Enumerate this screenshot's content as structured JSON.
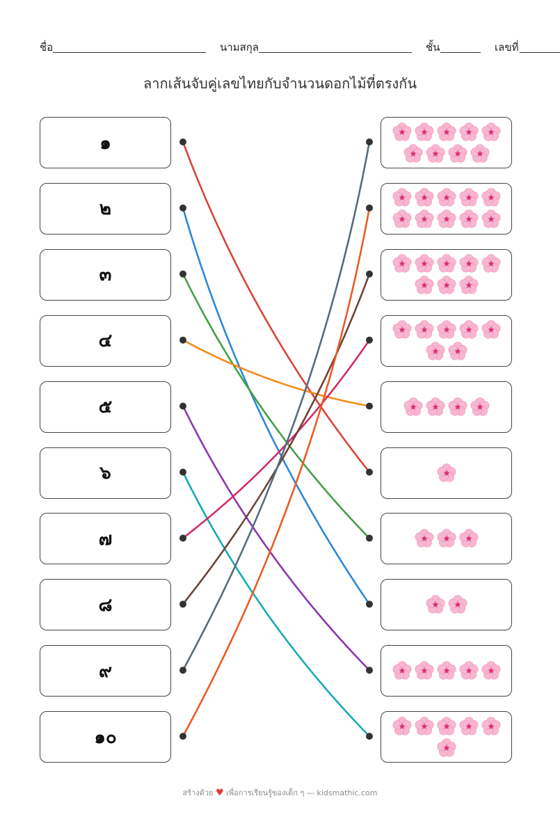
{
  "header": {
    "name_label": "ชื่อ",
    "surname_label": "นามสกุล",
    "class_label": "ชั้น",
    "number_label": "เลขที่"
  },
  "title": "ลากเส้นจับคู่เลขไทยกับจำนวนดอกไม้ที่ตรงกัน",
  "numerals": [
    "๑",
    "๒",
    "๓",
    "๔",
    "๕",
    "๖",
    "๗",
    "๘",
    "๙",
    "๑๐"
  ],
  "flower_counts": [
    9,
    10,
    8,
    7,
    4,
    1,
    3,
    2,
    5,
    6
  ],
  "connections": [
    {
      "from": 1,
      "to": 6,
      "color": "#d9443a"
    },
    {
      "from": 2,
      "to": 8,
      "color": "#2b88d8"
    },
    {
      "from": 3,
      "to": 7,
      "color": "#43a047"
    },
    {
      "from": 4,
      "to": 5,
      "color": "#f08c1a"
    },
    {
      "from": 5,
      "to": 9,
      "color": "#8e35b0"
    },
    {
      "from": 6,
      "to": 10,
      "color": "#17aab5"
    },
    {
      "from": 7,
      "to": 4,
      "color": "#d12b68"
    },
    {
      "from": 8,
      "to": 3,
      "color": "#6b4438"
    },
    {
      "from": 9,
      "to": 1,
      "color": "#546e7a"
    },
    {
      "from": 10,
      "to": 2,
      "color": "#ec5a24"
    }
  ],
  "colors": {
    "flower_petal": "#f7b6d2",
    "flower_center": "#e94b8a",
    "dot": "#333333"
  },
  "footer": {
    "prefix": "สร้างด้วย",
    "heart_icon": "heart-icon",
    "suffix": "เพื่อการเรียนรู้ของเด็ก ๆ — kidsmathic.com"
  }
}
